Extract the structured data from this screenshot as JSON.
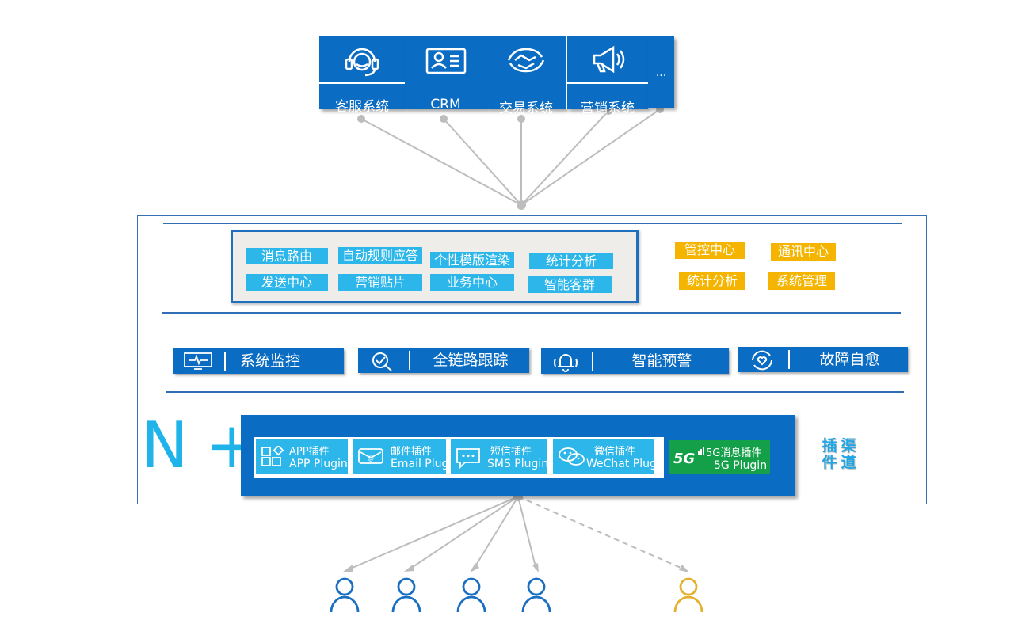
{
  "systems": [
    {
      "label": "客服系统",
      "icon": "headset-icon"
    },
    {
      "label": "CRM",
      "icon": "id-card-icon"
    },
    {
      "label": "交易系统",
      "icon": "handshake-icon"
    },
    {
      "label": "营销系统",
      "icon": "megaphone-icon"
    },
    {
      "label": "..."
    }
  ],
  "core_modules": [
    "消息路由",
    "自动规则应答",
    "个性模版渲染",
    "统计分析",
    "发送中心",
    "营销贴片",
    "业务中心",
    "智能客群"
  ],
  "ops_modules": [
    "管控中心",
    "通讯中心",
    "统计分析",
    "系统管理"
  ],
  "monitor": [
    {
      "label": "系统监控",
      "icon": "monitor-pulse-icon"
    },
    {
      "label": "全链路跟踪",
      "icon": "magnify-check-icon"
    },
    {
      "label": "智能预警",
      "icon": "bell-icon"
    },
    {
      "label": "故障自愈",
      "icon": "heart-refresh-icon"
    }
  ],
  "nplus": "N +",
  "plugins": [
    {
      "cn": "APP插件",
      "en": "APP Plugin",
      "icon": "app-grid-icon"
    },
    {
      "cn": "邮件插件",
      "en": "Email Plugin",
      "icon": "email-icon"
    },
    {
      "cn": "短信插件",
      "en": "SMS Plugin",
      "icon": "chat-bubble-icon"
    },
    {
      "cn": "微信插件",
      "en": "WeChat Plugin",
      "icon": "wechat-icon"
    }
  ],
  "plugin_5g": {
    "cn": "5G消息插件",
    "en": "5G Plugin",
    "badge": "5G",
    "icon": "5g-icon"
  },
  "channel_label": [
    "渠",
    "道",
    "插",
    "件"
  ],
  "colors": {
    "primary_blue": "#0a6cc2",
    "light_blue": "#2cb6ea",
    "orange": "#f4b400",
    "green": "#14a048",
    "user_blue": "#1a6fc0",
    "user_gold": "#e4b030"
  }
}
